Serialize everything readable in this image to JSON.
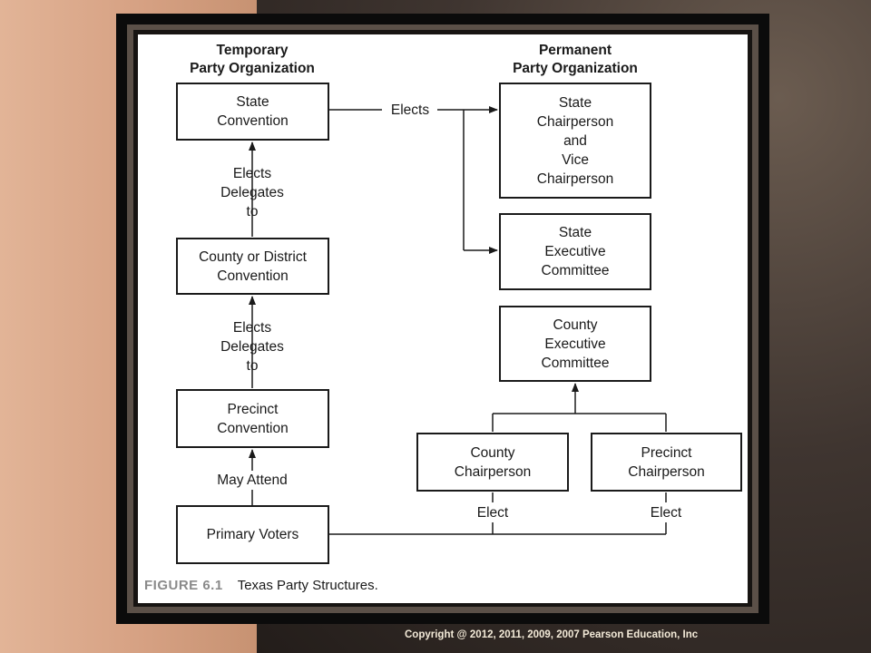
{
  "headers": {
    "temporary": "Temporary\nParty Organization",
    "permanent": "Permanent\nParty Organization"
  },
  "boxes": {
    "state_convention": "State\nConvention",
    "county_district_convention": "County or District\nConvention",
    "precinct_convention": "Precinct\nConvention",
    "primary_voters": "Primary Voters",
    "state_chairperson": "State\nChairperson\nand\nVice\nChairperson",
    "state_executive_committee": "State\nExecutive\nCommittee",
    "county_executive_committee": "County\nExecutive\nCommittee",
    "county_chairperson": "County\nChairperson",
    "precinct_chairperson": "Precinct\nChairperson"
  },
  "labels": {
    "elects": "Elects",
    "elects_delegates_upper": "Elects\nDelegates\nto",
    "elects_delegates_lower": "Elects\nDelegates\nto",
    "may_attend": "May Attend",
    "elect_left": "Elect",
    "elect_right": "Elect"
  },
  "caption": {
    "figure": "FIGURE 6.1",
    "title": "Texas Party Structures."
  },
  "copyright": "Copyright @ 2012, 2011, 2009, 2007 Pearson Education, Inc"
}
